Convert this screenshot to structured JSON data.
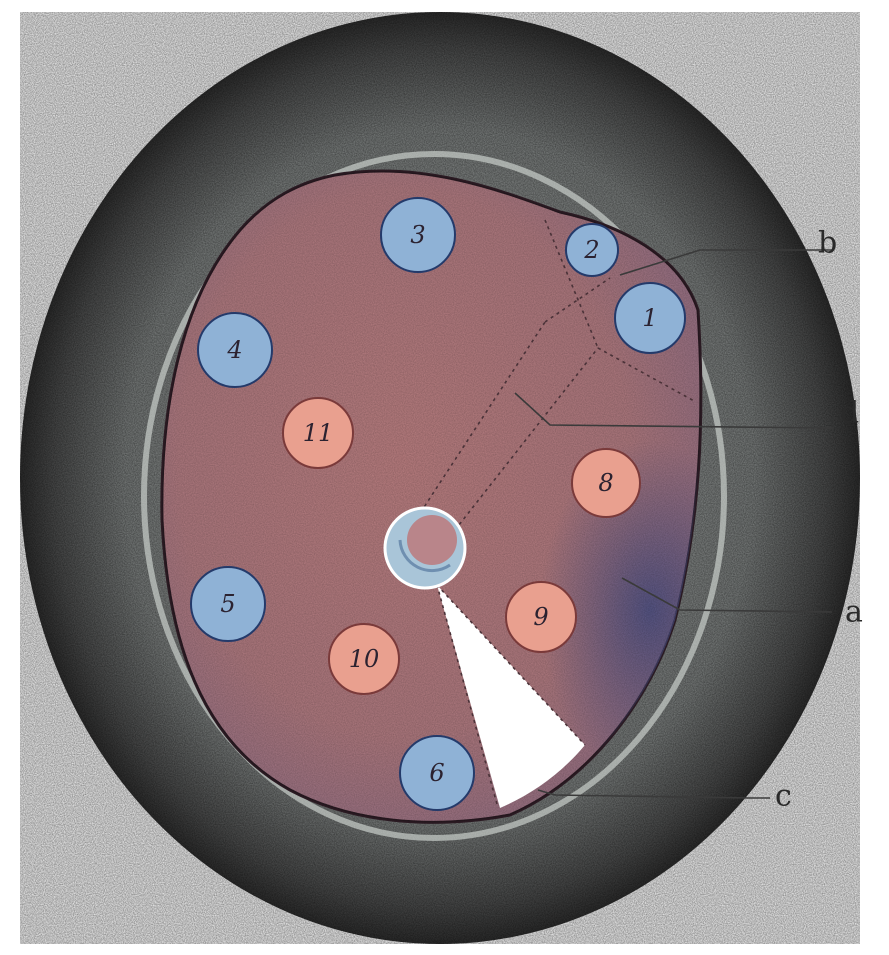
{
  "colors": {
    "outer_ring": "#6f6f6f",
    "outer_ring_dark": "#3a3a3a",
    "retina": "#b97e80",
    "blue_spot": "#8fb2d6",
    "red_spot": "#e9a08f",
    "dark_patch": "#5f6390"
  },
  "spots": [
    {
      "label": "1",
      "kind": "blue"
    },
    {
      "label": "2",
      "kind": "blue"
    },
    {
      "label": "3",
      "kind": "blue"
    },
    {
      "label": "4",
      "kind": "blue"
    },
    {
      "label": "5",
      "kind": "blue"
    },
    {
      "label": "6",
      "kind": "blue"
    },
    {
      "label": "8",
      "kind": "red"
    },
    {
      "label": "9",
      "kind": "red"
    },
    {
      "label": "10",
      "kind": "red"
    },
    {
      "label": "11",
      "kind": "red"
    }
  ],
  "callouts": [
    {
      "label": "b"
    },
    {
      "label": "d"
    },
    {
      "label": "a"
    },
    {
      "label": "c"
    }
  ]
}
